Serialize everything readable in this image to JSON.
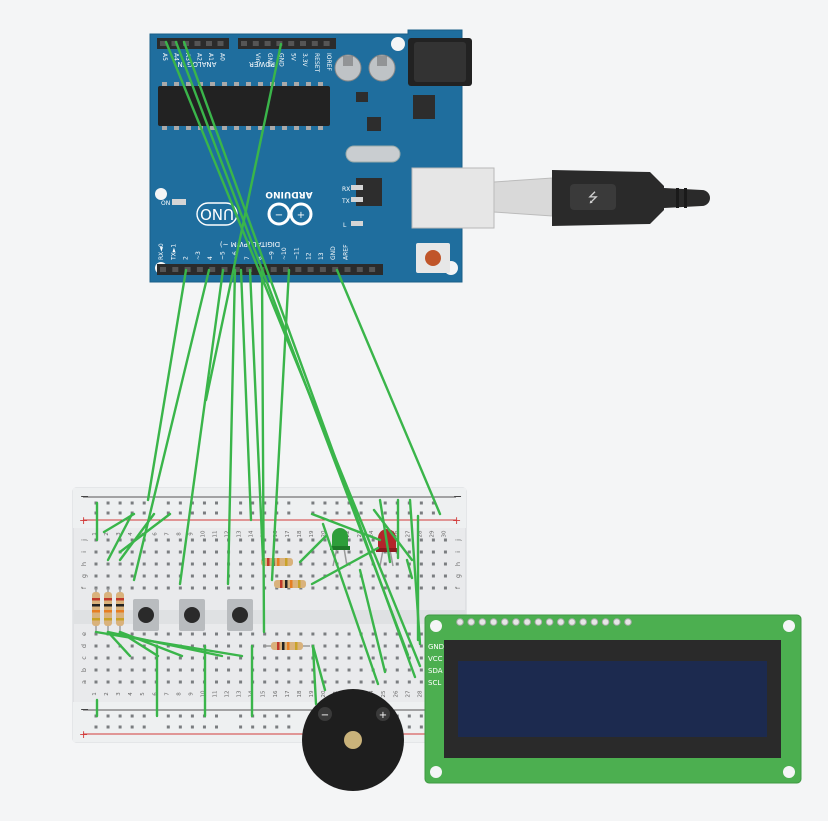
{
  "arduino": {
    "analog_header": "ANALOG IN",
    "analog_pins": [
      "A5",
      "A4",
      "A3",
      "A2",
      "A1",
      "A0"
    ],
    "power_header": "POWER",
    "power_pins": [
      "Vin",
      "GND",
      "GND",
      "5V",
      "3.3V",
      "RESET",
      "IOREF"
    ],
    "digital_header": "DIGITAL (PWM ~)",
    "digital_pins": [
      "RX◄0",
      "TX►1",
      "2",
      "~3",
      "4",
      "~5",
      "~6",
      "7",
      "8",
      "~9",
      "~10",
      "~11",
      "12",
      "13",
      "GND",
      "AREF"
    ],
    "brand": "ARDUINO",
    "model": "UNO",
    "on_label": "ON",
    "rx_label": "RX",
    "tx_label": "TX",
    "l_label": "L"
  },
  "breadboard": {
    "row_letters_top": [
      "j",
      "i",
      "h",
      "g",
      "f"
    ],
    "row_letters_bottom": [
      "e",
      "d",
      "c",
      "b",
      "a"
    ],
    "plus": "+",
    "minus": "−",
    "columns": [
      "1",
      "2",
      "3",
      "4",
      "5",
      "6",
      "7",
      "8",
      "9",
      "10",
      "11",
      "12",
      "13",
      "14",
      "15",
      "16",
      "17",
      "18",
      "19",
      "20",
      "21",
      "22",
      "23",
      "24",
      "25",
      "26",
      "27",
      "28",
      "29",
      "30"
    ]
  },
  "lcd": {
    "pins": [
      "GND",
      "VCC",
      "SDA",
      "SCL"
    ]
  },
  "buzzer": {
    "minus": "−",
    "plus": "+"
  },
  "colors": {
    "board_blue": "#1f6e9e",
    "wire_green": "#3ab54a",
    "lcd_pcb": "#4caf50",
    "lcd_screen": "#1c2a4f",
    "led_green": "#2e9e3a",
    "led_red": "#b3262b"
  }
}
